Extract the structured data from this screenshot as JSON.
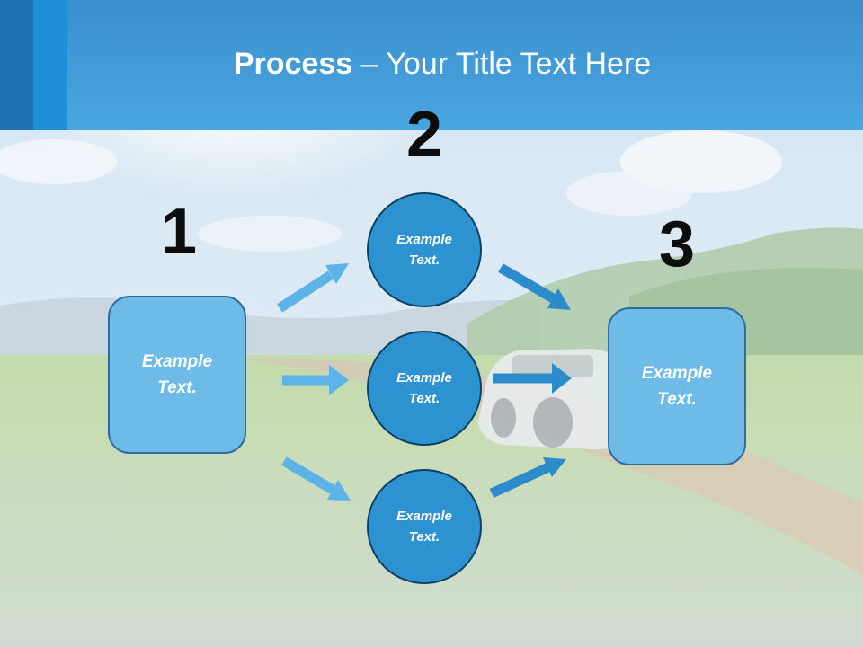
{
  "header": {
    "title_bold": "Process",
    "title_rest": " – Your Title Text Here"
  },
  "steps": {
    "one": "1",
    "two": "2",
    "three": "3"
  },
  "nodes": {
    "left_box": "Example\nText.",
    "circle_top": "Example\nText.",
    "circle_middle": "Example\nText.",
    "circle_bottom": "Example\nText.",
    "right_box": "Example\nText."
  },
  "colors": {
    "header": "#4aa6e0",
    "box_fill": "#6ebbe8",
    "circle_fill": "#2d92d0",
    "arrow_light": "#5cb3e6",
    "arrow_dark": "#2c8ccb"
  }
}
